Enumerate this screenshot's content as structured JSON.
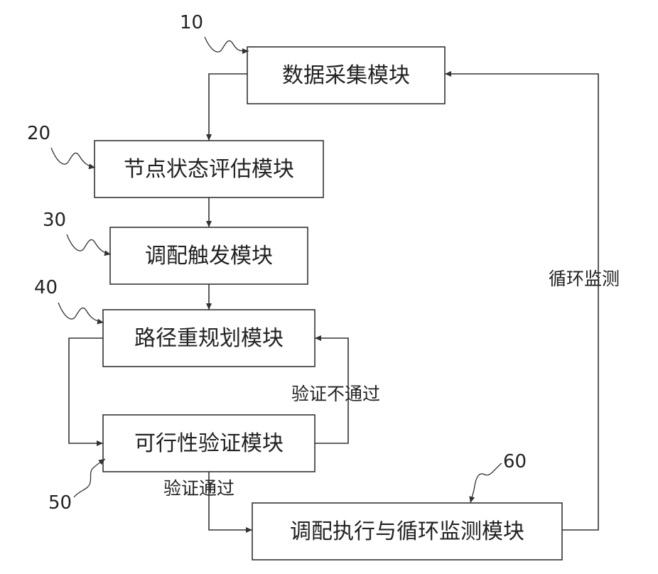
{
  "modules": {
    "data_collection": {
      "ref": "10",
      "label": "数据采集模块"
    },
    "node_status_eval": {
      "ref": "20",
      "label": "节点状态评估模块"
    },
    "dispatch_trigger": {
      "ref": "30",
      "label": "调配触发模块"
    },
    "path_replanning": {
      "ref": "40",
      "label": "路径重规划模块"
    },
    "feasibility_check": {
      "ref": "50",
      "label": "可行性验证模块"
    },
    "dispatch_execution": {
      "ref": "60",
      "label": "调配执行与循环监测模块"
    }
  },
  "edge_labels": {
    "verify_fail": "验证不通过",
    "verify_pass": "验证通过",
    "cycle_monitor": "循环监测"
  }
}
